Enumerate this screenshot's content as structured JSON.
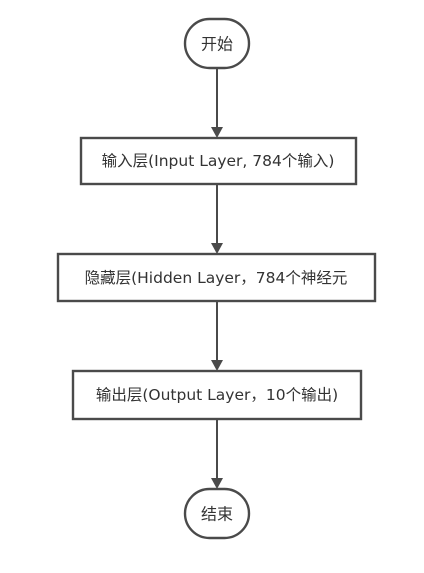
{
  "flowchart": {
    "start": {
      "label": "开始"
    },
    "steps": [
      {
        "label": "输入层(Input Layer, 784个输入)"
      },
      {
        "label": "隐藏层(Hidden Layer，784个神经元"
      },
      {
        "label": "输出层(Output Layer，10个输出)"
      }
    ],
    "end": {
      "label": "结束"
    }
  },
  "colors": {
    "stroke": "#4a4a4a",
    "text": "#333333",
    "background": "#ffffff"
  }
}
